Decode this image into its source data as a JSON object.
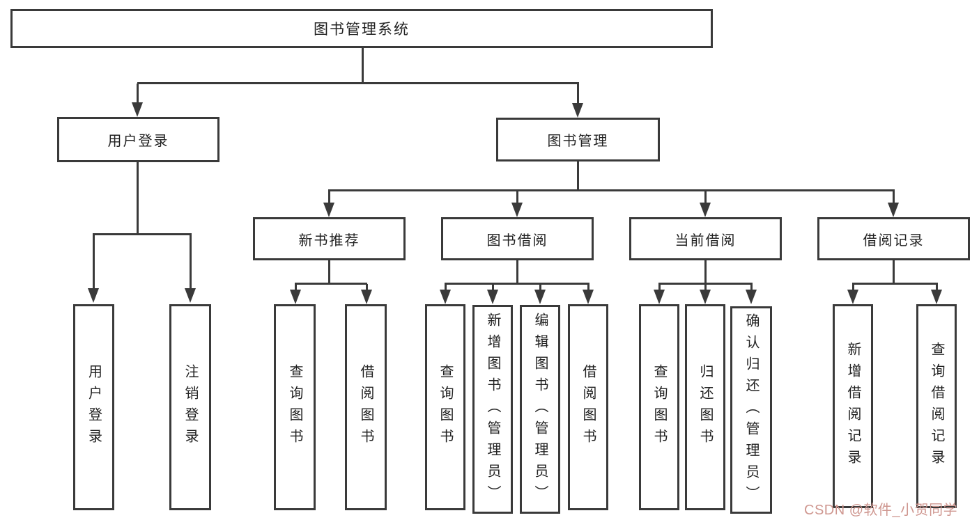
{
  "tree": {
    "label": "图书管理系统",
    "children": [
      {
        "label": "用户登录",
        "children": [
          {
            "label": "用户登录"
          },
          {
            "label": "注销登录"
          }
        ]
      },
      {
        "label": "图书管理",
        "children": [
          {
            "label": "新书推荐",
            "children": [
              {
                "label": "查询图书"
              },
              {
                "label": "借阅图书"
              }
            ]
          },
          {
            "label": "图书借阅",
            "children": [
              {
                "label": "查询图书"
              },
              {
                "label": "新增图书（管理员）"
              },
              {
                "label": "编辑图书（管理员）"
              },
              {
                "label": "借阅图书"
              }
            ]
          },
          {
            "label": "当前借阅",
            "children": [
              {
                "label": "查询图书"
              },
              {
                "label": "归还图书"
              },
              {
                "label": "确认归还（管理员）"
              }
            ]
          },
          {
            "label": "借阅记录",
            "children": [
              {
                "label": "新增借阅记录"
              },
              {
                "label": "查询借阅记录"
              }
            ]
          }
        ]
      }
    ]
  },
  "watermark": {
    "text": "CSDN @软件_小贺同学"
  },
  "colors": {
    "line": "#3a3a3a",
    "text": "#222222",
    "watermark": "#cf9790",
    "bg": "#ffffff"
  }
}
